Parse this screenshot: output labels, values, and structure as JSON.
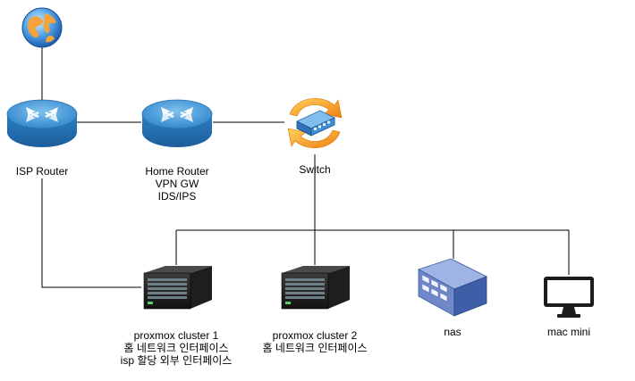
{
  "nodes": {
    "internet": {
      "icon": "globe-icon"
    },
    "isp_router": {
      "icon": "router-icon",
      "lines": [
        "ISP Router"
      ]
    },
    "home_router": {
      "icon": "router-icon",
      "lines": [
        "Home Router",
        "VPN GW",
        "IDS/IPS"
      ]
    },
    "switch": {
      "icon": "switch-icon",
      "lines": [
        "Switch"
      ]
    },
    "proxmox1": {
      "icon": "server-icon",
      "lines": [
        "proxmox cluster 1",
        "홈 네트워크 인터페이스",
        "isp 할당 외부 인터페이스"
      ]
    },
    "proxmox2": {
      "icon": "server-icon",
      "lines": [
        "proxmox cluster 2",
        "홈 네트워크 인터페이스"
      ]
    },
    "nas": {
      "icon": "nas-icon",
      "lines": [
        "nas"
      ]
    },
    "mac_mini": {
      "icon": "monitor-icon",
      "lines": [
        "mac mini"
      ]
    }
  },
  "colors": {
    "line": "#000000",
    "router_blue": "#2f86c9",
    "switch_orange": "#f39c1e",
    "server_dark": "#1b1b1b",
    "nas_blue": "#5b76b8"
  }
}
